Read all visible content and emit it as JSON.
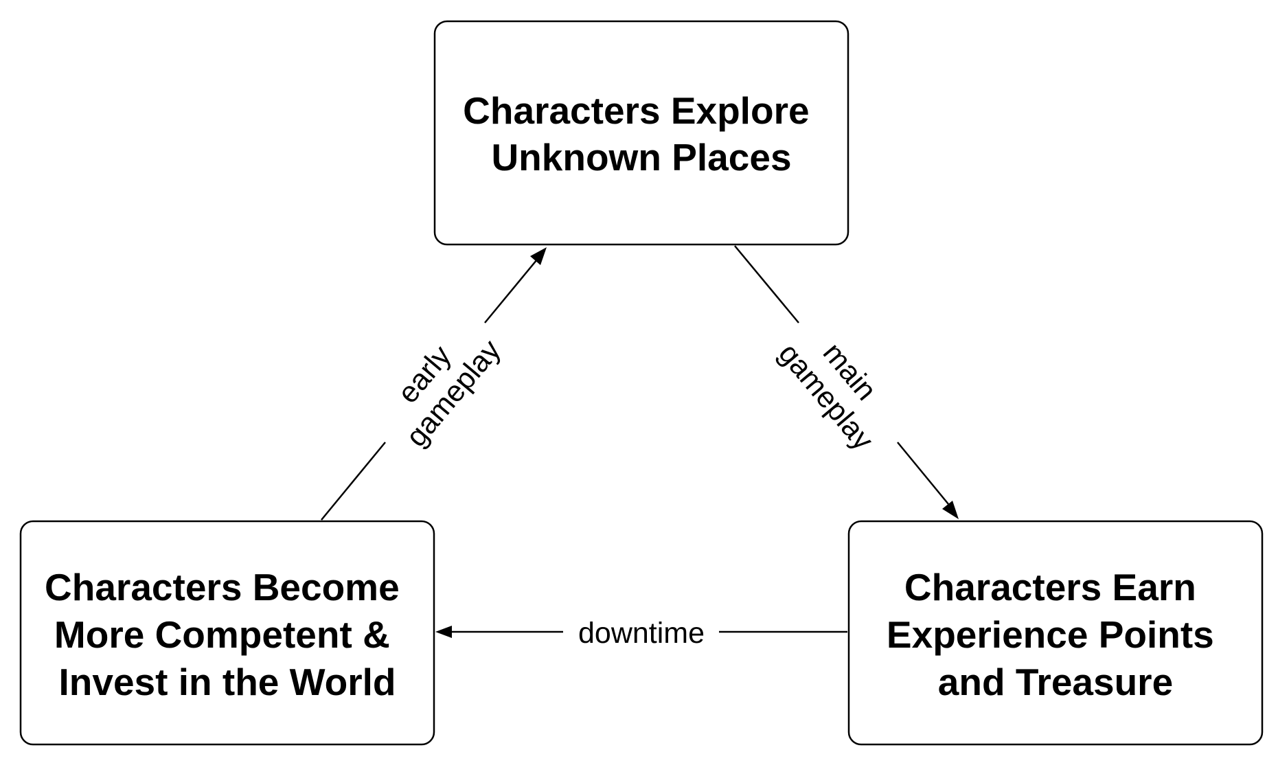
{
  "nodes": {
    "explore": {
      "lines": [
        "Characters Explore",
        "Unknown Places"
      ]
    },
    "earn": {
      "lines": [
        "Characters Earn",
        "Experience Points",
        "and Treasure"
      ]
    },
    "become": {
      "lines": [
        "Characters Become",
        "More Competent &",
        "Invest in the World"
      ]
    }
  },
  "edges": {
    "early": {
      "lines": [
        "early",
        "gameplay"
      ]
    },
    "main": {
      "lines": [
        "main",
        "gameplay"
      ]
    },
    "downtime": {
      "label": "downtime"
    }
  },
  "colors": {
    "stroke": "#000000",
    "background": "#ffffff"
  }
}
